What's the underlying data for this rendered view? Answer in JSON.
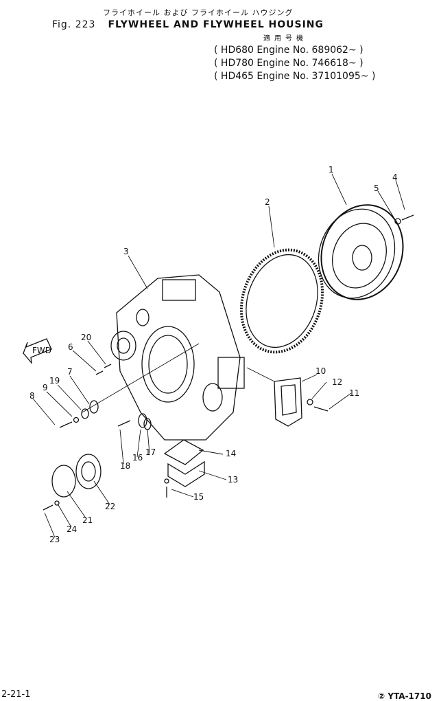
{
  "header": {
    "title_jp": "フライホイール および フライホイール ハウジング",
    "fig_no": "Fig. 223",
    "title_en": "FLYWHEEL AND FLYWHEEL HOUSING",
    "applicability_header": "適用号機",
    "applicability": [
      "HD680 Engine No. 689062~",
      "HD780 Engine No. 746618~",
      "HD465 Engine No. 37101095~"
    ]
  },
  "diagram": {
    "direction_tag": "FWD",
    "callouts": [
      "1",
      "2",
      "3",
      "4",
      "5",
      "6",
      "7",
      "8",
      "9",
      "10",
      "11",
      "12",
      "13",
      "14",
      "15",
      "16",
      "17",
      "18",
      "19",
      "20",
      "21",
      "22",
      "23",
      "24"
    ]
  },
  "footer": {
    "page_ref": "2-21-1",
    "doc_code": "② YTA-1710"
  }
}
